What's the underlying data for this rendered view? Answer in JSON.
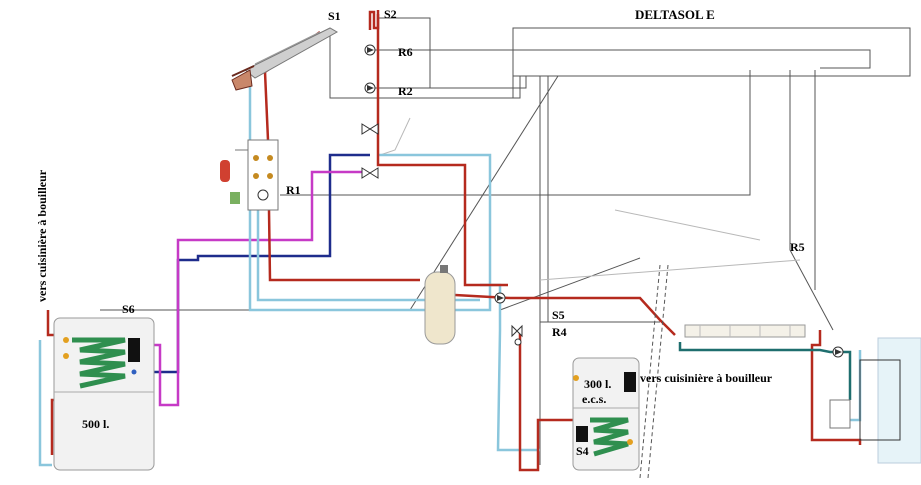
{
  "controller": {
    "name": "DELTASOL  E"
  },
  "sensors": {
    "s1": "S1",
    "s2": "S2",
    "s4": "S4",
    "s5": "S5",
    "s6": "S6"
  },
  "relays": {
    "r1": "R1",
    "r2": "R2",
    "r4": "R4",
    "r5": "R5",
    "r6": "R6"
  },
  "tanks": {
    "main": "500 l.",
    "dhw_line1": "300 l.",
    "dhw_line2": "e.c.s."
  },
  "notes": {
    "left_vertical": "vers cuisinière à bouilleur",
    "right": "vers cuisinière à bouilleur"
  },
  "colors": {
    "hot": "#b52a1e",
    "cold": "#1e2c8c",
    "glycol": "#8ac6dc",
    "magenta": "#c63ac6",
    "teal": "#1e6e6e",
    "wire": "#333333",
    "coil": "#2f8f4f"
  }
}
